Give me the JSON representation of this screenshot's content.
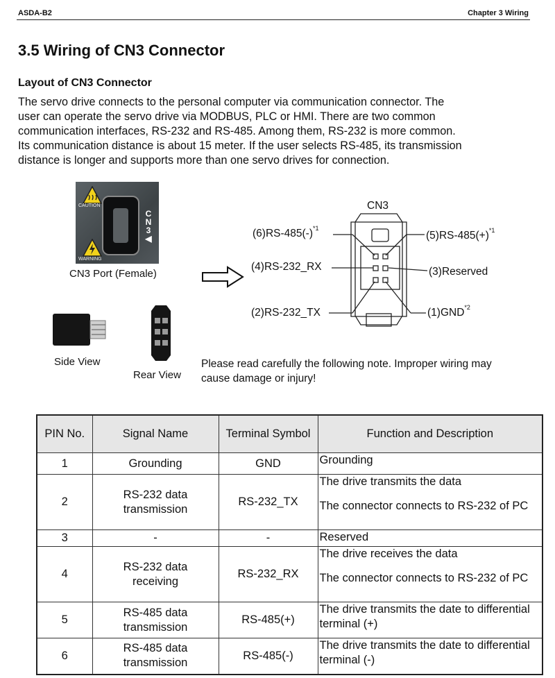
{
  "header": {
    "left": "ASDA-B2",
    "right": "Chapter 3 Wiring"
  },
  "title": "3.5 Wiring of CN3 Connector",
  "subtitle": "Layout of CN3 Connector",
  "paragraph": [
    "The servo drive connects to the personal computer via communication connector. The",
    "user can operate the servo drive via MODBUS, PLC or HMI. There are two common",
    "communication interfaces, RS-232 and RS-485. Among them, RS-232 is more common.",
    "Its communication distance is about 15 meter. If the user selects RS-485, its transmission",
    "distance is longer and supports more than one servo drives for connection."
  ],
  "photo": {
    "caution": "CAUTION",
    "warning": "WARNING",
    "cn3_vertical": "CN3",
    "caption": "CN3 Port (Female)"
  },
  "side_view_caption": "Side View",
  "rear_view_caption": "Rear View",
  "diagram": {
    "title": "CN3",
    "pin6": "(6)RS-485(-)",
    "pin6_sup": "*1",
    "pin5": "(5)RS-485(+)",
    "pin5_sup": "*1",
    "pin4": "(4)RS-232_RX",
    "pin3": "(3)Reserved",
    "pin2": "(2)RS-232_TX",
    "pin1": "(1)GND",
    "pin1_sup": "*2"
  },
  "note": [
    "Please read carefully the following note.  Improper wiring may",
    "cause damage or injury!"
  ],
  "table": {
    "headers": [
      "PIN No.",
      "Signal Name",
      "Terminal Symbol",
      "Function and Description"
    ],
    "rows": [
      {
        "pin": "1",
        "signal": "Grounding",
        "symbol": "GND",
        "desc1": "Grounding",
        "desc2": ""
      },
      {
        "pin": "2",
        "signal": "RS-232 data transmission",
        "symbol": "RS-232_TX",
        "desc1": "The drive transmits the data",
        "desc2": "The connector connects to RS-232 of PC"
      },
      {
        "pin": "3",
        "signal": "-",
        "symbol": "-",
        "desc1": "Reserved",
        "desc2": ""
      },
      {
        "pin": "4",
        "signal": "RS-232 data receiving",
        "symbol": "RS-232_RX",
        "desc1": "The drive receives the data",
        "desc2": "The connector connects to RS-232 of PC"
      },
      {
        "pin": "5",
        "signal": "RS-485 data transmission",
        "symbol": "RS-485(+)",
        "desc1": "The drive transmits the date to differential terminal (+)",
        "desc2": ""
      },
      {
        "pin": "6",
        "signal": "RS-485 data transmission",
        "symbol": "RS-485(-)",
        "desc1": "The drive transmits the date to differential terminal (-)",
        "desc2": ""
      }
    ]
  }
}
